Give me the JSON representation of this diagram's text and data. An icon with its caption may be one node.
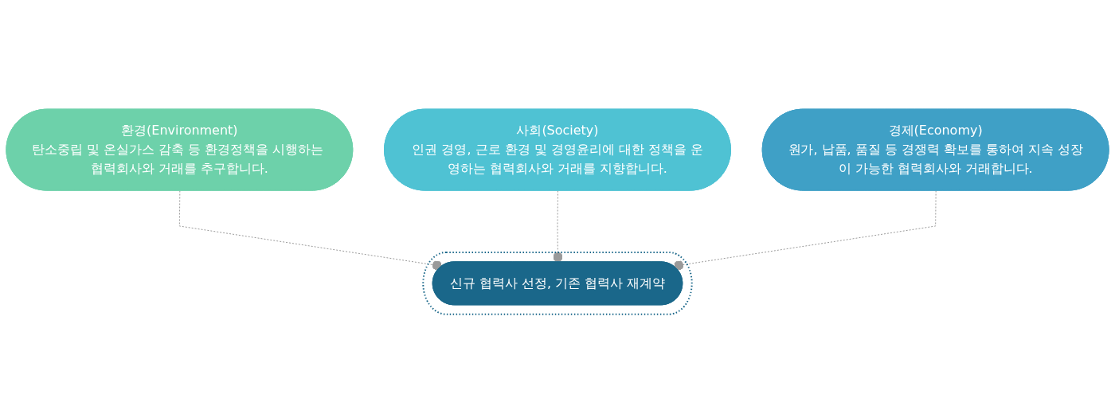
{
  "diagram": {
    "nodes": [
      {
        "text": [
          "환경(Environment)",
          "탄소중립 및 온실가스 감축 등 환경정책을 시행하는 협력회사와 거래를 추구합니다."
        ]
      },
      {
        "text": [
          "사회(Society)",
          "인권 경영, 근로 환경 및 경영윤리에 대한 정책을 운영하는 협력회사와 거래를 지향합니다."
        ]
      },
      {
        "text": [
          "경제(Economy)",
          "원가, 납품, 품질 등 경쟁력 확보를 통하여 지속 성장이 가능한 협력회사와 거래합니다."
        ]
      },
      {
        "text": [
          "신규 협력사 선정, 기존 협력사 재계약"
        ]
      }
    ],
    "edges": [
      {
        "from": 0,
        "to": 3,
        "arrow": "other",
        "style": "dashed"
      },
      {
        "from": 1,
        "to": 3,
        "arrow": "other",
        "style": "dashed"
      },
      {
        "from": 2,
        "to": 3,
        "arrow": "other",
        "style": "dashed"
      }
    ]
  }
}
